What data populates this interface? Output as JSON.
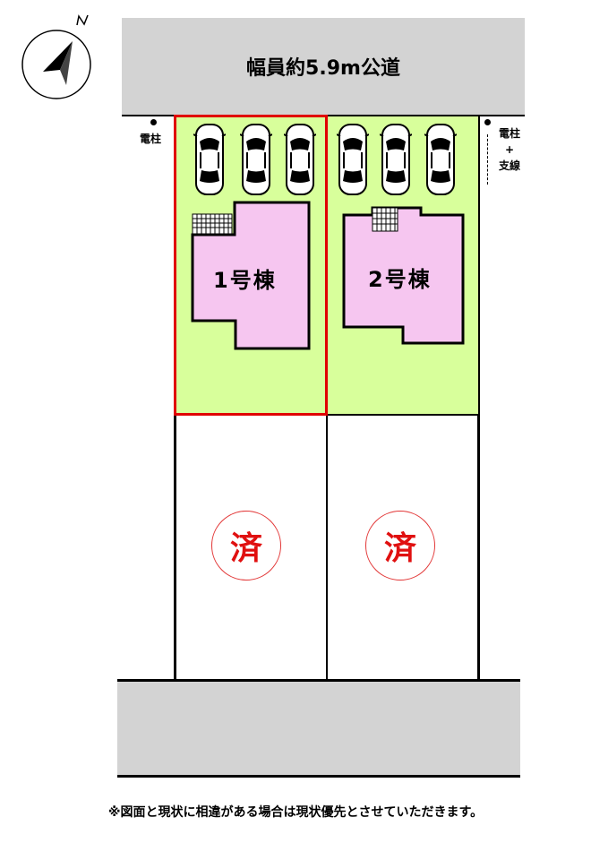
{
  "road_top": {
    "label": "幅員約5.9m公道"
  },
  "lots": [
    {
      "house_label": "1号棟",
      "highlighted": true
    },
    {
      "house_label": "2号棟",
      "highlighted": false
    }
  ],
  "sold_lots": [
    {
      "mark": "済"
    },
    {
      "mark": "済"
    }
  ],
  "utility_pole_left": {
    "label": "電柱"
  },
  "utility_pole_right": {
    "label_line1": "電柱",
    "label_line2": "+",
    "label_line3": "支線"
  },
  "note": "※図面と現状に相違がある場合は現状優先とさせていただきます。",
  "colors": {
    "lot_green": "#d8ff9b",
    "house_pink": "#f6c6f0",
    "highlight_red": "#e00000",
    "road_gray": "#d3d3d3",
    "sold_red": "#e01010"
  },
  "icons": {
    "compass": "north-arrow-icon",
    "car": "car-icon",
    "balcony": "grid-balcony-icon"
  }
}
